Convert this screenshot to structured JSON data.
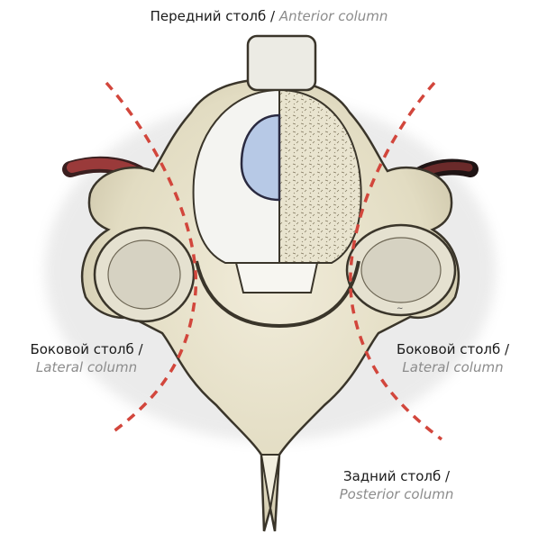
{
  "labels": {
    "anterior": {
      "ru": "Передний столб /",
      "en": "Anterior column"
    },
    "lateral_left": {
      "ru": "Боковой столб /",
      "en": "Lateral column"
    },
    "lateral_right": {
      "ru": "Боковой столб /",
      "en": "Lateral column"
    },
    "posterior": {
      "ru": "Задний столб /",
      "en": "Posterior column"
    }
  },
  "colors": {
    "bone": "#e9e4cf",
    "bone_shadow": "#b9b29a",
    "outline": "#3a352a",
    "dens": "#f3f3f3",
    "dens_window": "#b7c9e6",
    "artery_red": "#8a3030",
    "artery_dark": "#3a1f1f",
    "dashed_line": "#d2463c"
  }
}
